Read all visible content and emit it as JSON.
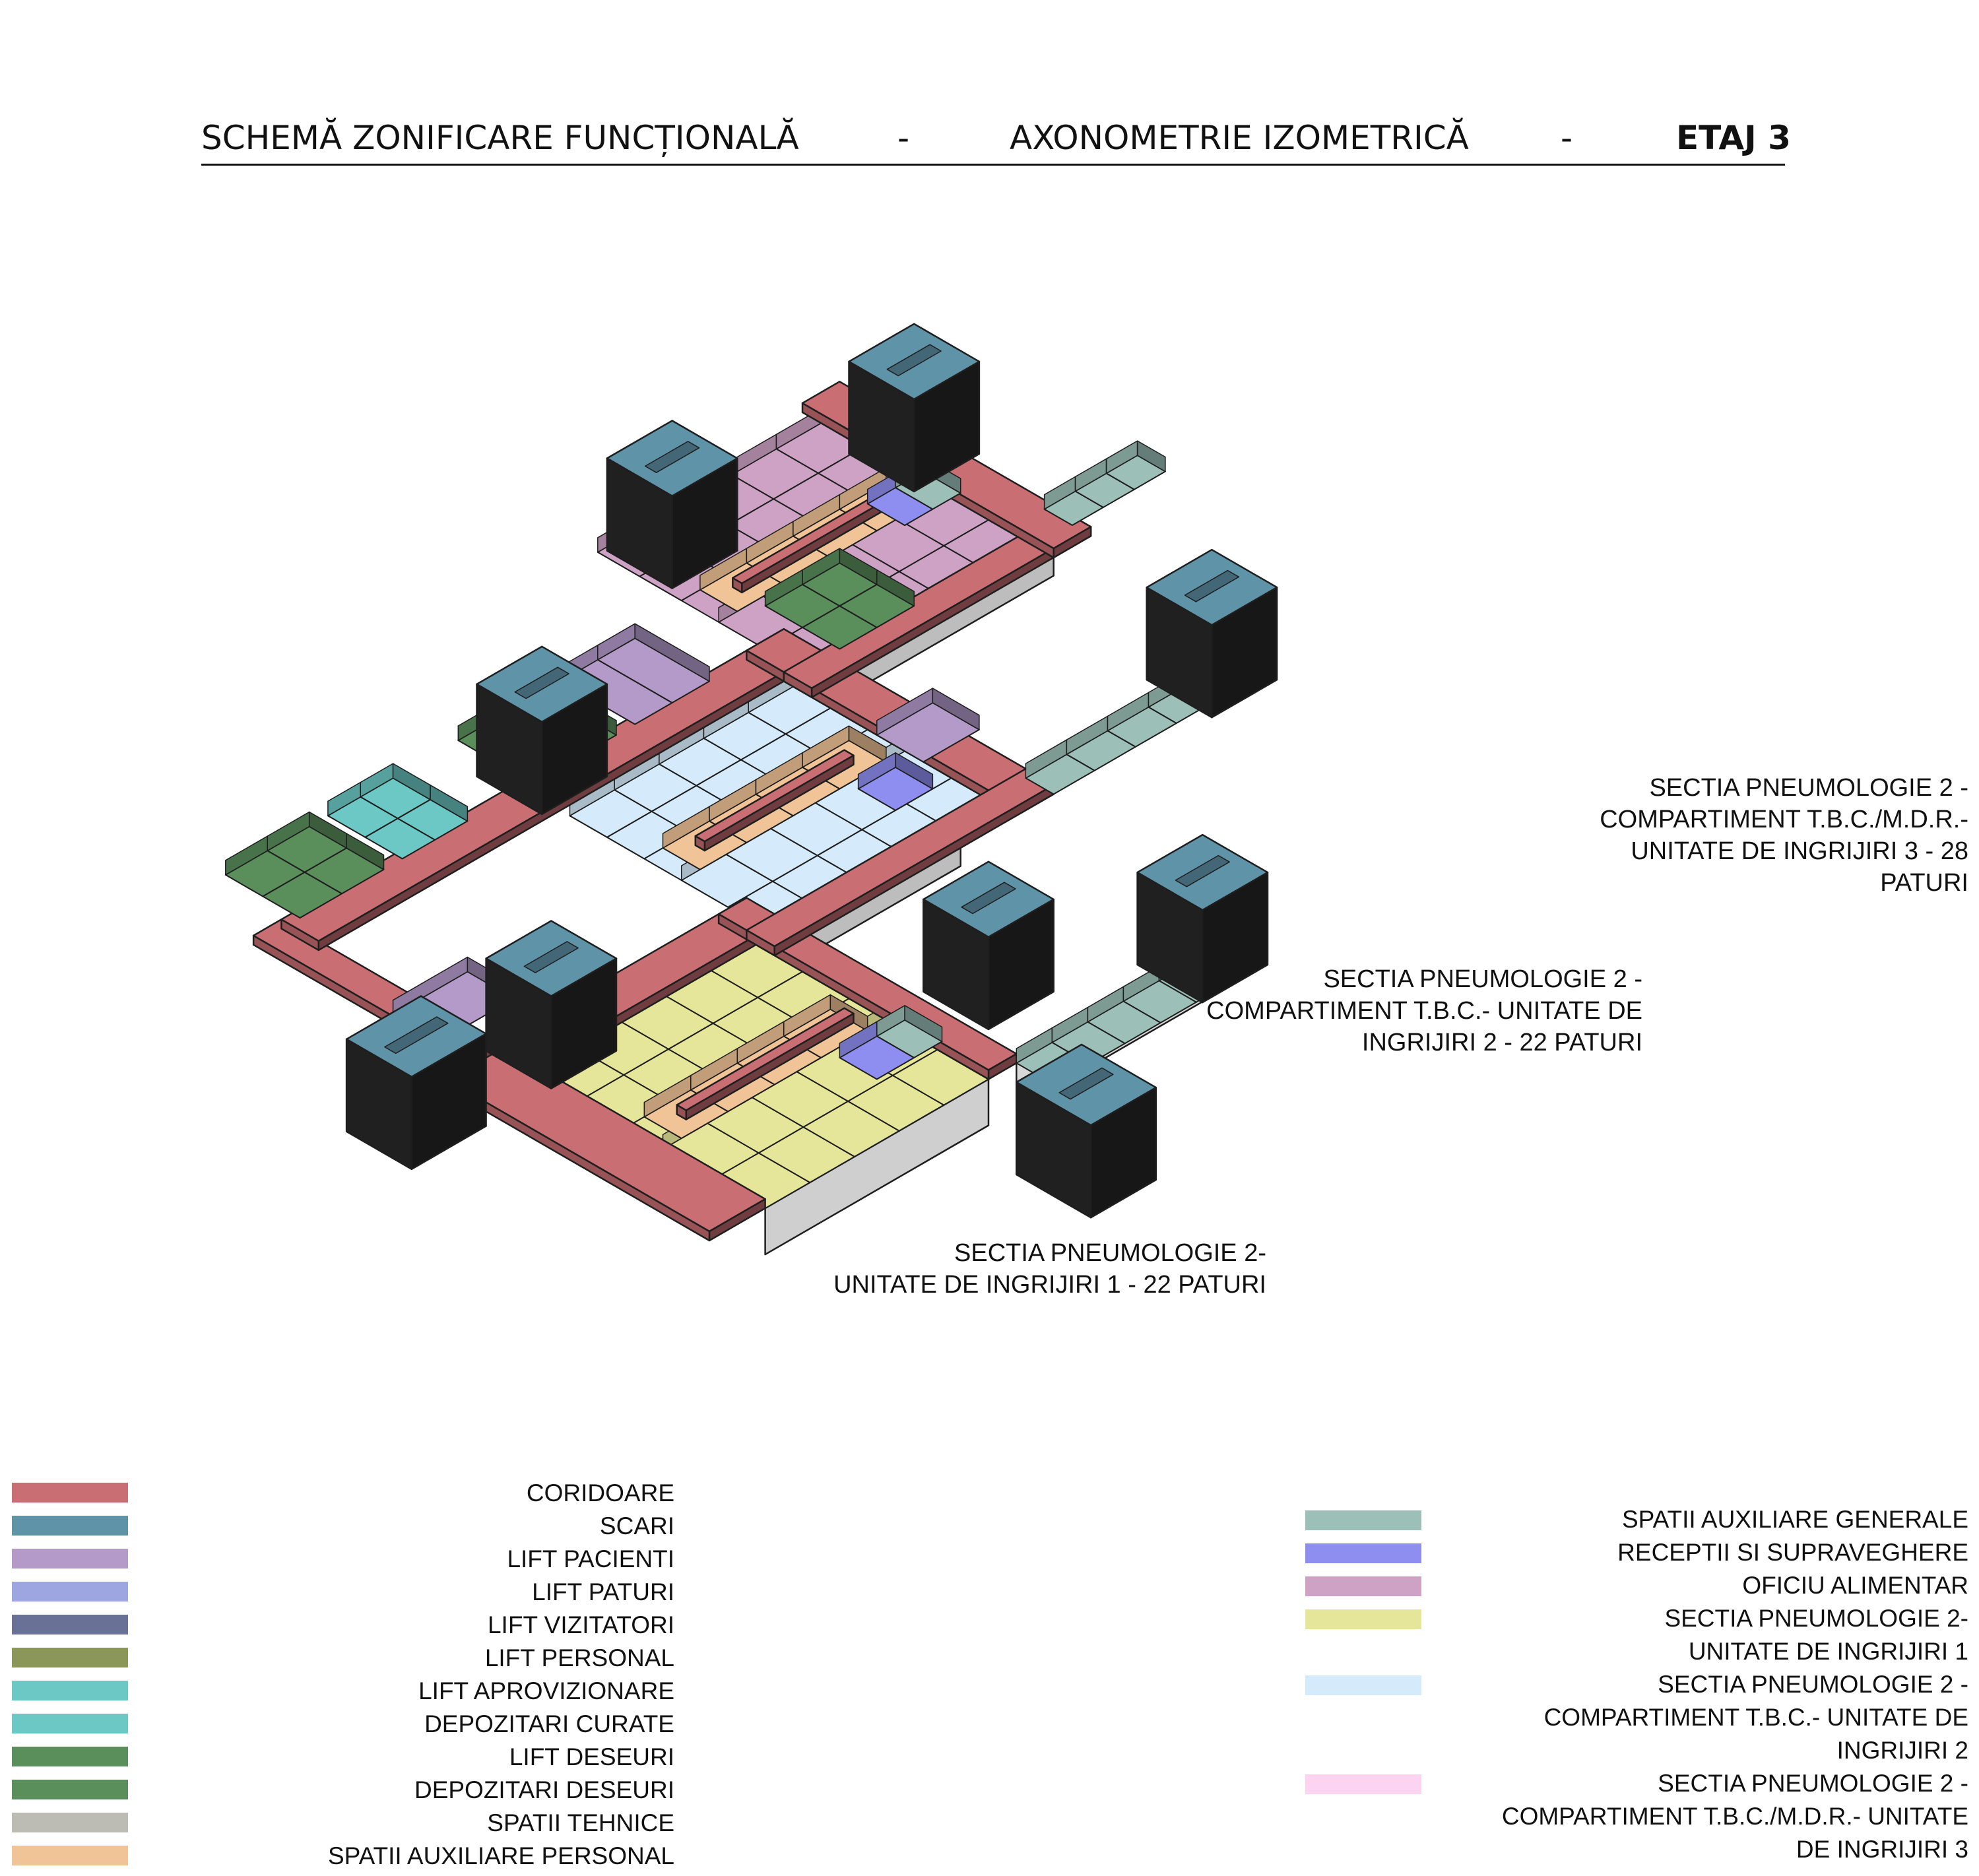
{
  "title": {
    "part1": "SCHEMĂ ZONIFICARE FUNCȚIONALĂ",
    "sep1": "-",
    "part2": "AXONOMETRIE IZOMETRICĂ",
    "sep2": "-",
    "part3": "ETAJ 3"
  },
  "section_labels": {
    "unit3": "SECTIA PNEUMOLOGIE 2 -\nCOMPARTIMENT T.B.C./M.D.R.-\nUNITATE DE INGRIJIRI 3 - 28\nPATURI",
    "unit2": "SECTIA PNEUMOLOGIE 2 -\nCOMPARTIMENT T.B.C.- UNITATE DE\nINGRIJIRI 2 - 22 PATURI",
    "unit1": "SECTIA PNEUMOLOGIE 2-\nUNITATE DE INGRIJIRI 1 - 22 PATURI"
  },
  "colors": {
    "coridoare": "#c96e72",
    "scari": "#5f93a8",
    "lift_pacienti": "#b39ac9",
    "lift_paturi": "#9da6e0",
    "lift_vizitatori": "#6a7196",
    "lift_personal": "#8b9659",
    "lift_aprovizionare": "#6cc8c4",
    "depozitari_curate": "#6cc8c4",
    "lift_deseuri": "#5a8f5c",
    "depozitari_deseuri": "#5a8f5c",
    "spatii_tehnice": "#bcbcb4",
    "spatii_auxiliare_personal": "#f1c497",
    "spatii_auxiliare_generale": "#9cc0b8",
    "receptii": "#8e8ef0",
    "oficiu": "#cda2c4",
    "unit1": "#e6e69a",
    "unit2": "#d5eafa",
    "unit3": "#fcd3f1",
    "outline": "#1e1e1e",
    "dark_block": "#2a2a2a"
  },
  "legend_left": [
    {
      "label": "CORIDOARE",
      "color": "#c96e72"
    },
    {
      "label": "SCARI",
      "color": "#5f93a8"
    },
    {
      "label": "LIFT PACIENTI",
      "color": "#b39ac9"
    },
    {
      "label": "LIFT PATURI",
      "color": "#9da6e0"
    },
    {
      "label": "LIFT VIZITATORI",
      "color": "#6a7196"
    },
    {
      "label": "LIFT PERSONAL",
      "color": "#8b9659"
    },
    {
      "label": "LIFT APROVIZIONARE",
      "color": "#6cc8c4"
    },
    {
      "label": "DEPOZITARI CURATE",
      "color": "#6cc8c4"
    },
    {
      "label": "LIFT DESEURI",
      "color": "#5a8f5c"
    },
    {
      "label": "DEPOZITARI DESEURI",
      "color": "#5a8f5c"
    },
    {
      "label": "SPATII TEHNICE",
      "color": "#bcbcb4"
    },
    {
      "label": "SPATII AUXILIARE PERSONAL",
      "color": "#f1c497"
    }
  ],
  "legend_right": [
    {
      "label": "SPATII AUXILIARE GENERALE",
      "color": "#9cc0b8"
    },
    {
      "label": "RECEPTII SI SUPRAVEGHERE",
      "color": "#8e8ef0"
    },
    {
      "label": "OFICIU ALIMENTAR",
      "color": "#cda2c4"
    },
    {
      "label": "SECTIA PNEUMOLOGIE 2-",
      "label2": "UNITATE DE INGRIJIRI 1",
      "color": "#e6e69a"
    },
    {
      "label": "SECTIA PNEUMOLOGIE 2 -",
      "label2": "COMPARTIMENT T.B.C.- UNITATE DE",
      "label3": "INGRIJIRI 2",
      "color": "#d5eafa"
    },
    {
      "label": "SECTIA PNEUMOLOGIE 2 -",
      "label2": "COMPARTIMENT T.B.C./M.D.R.- UNITATE",
      "label3": "DE INGRIJIRI 3",
      "color": "#fcd3f1"
    }
  ]
}
